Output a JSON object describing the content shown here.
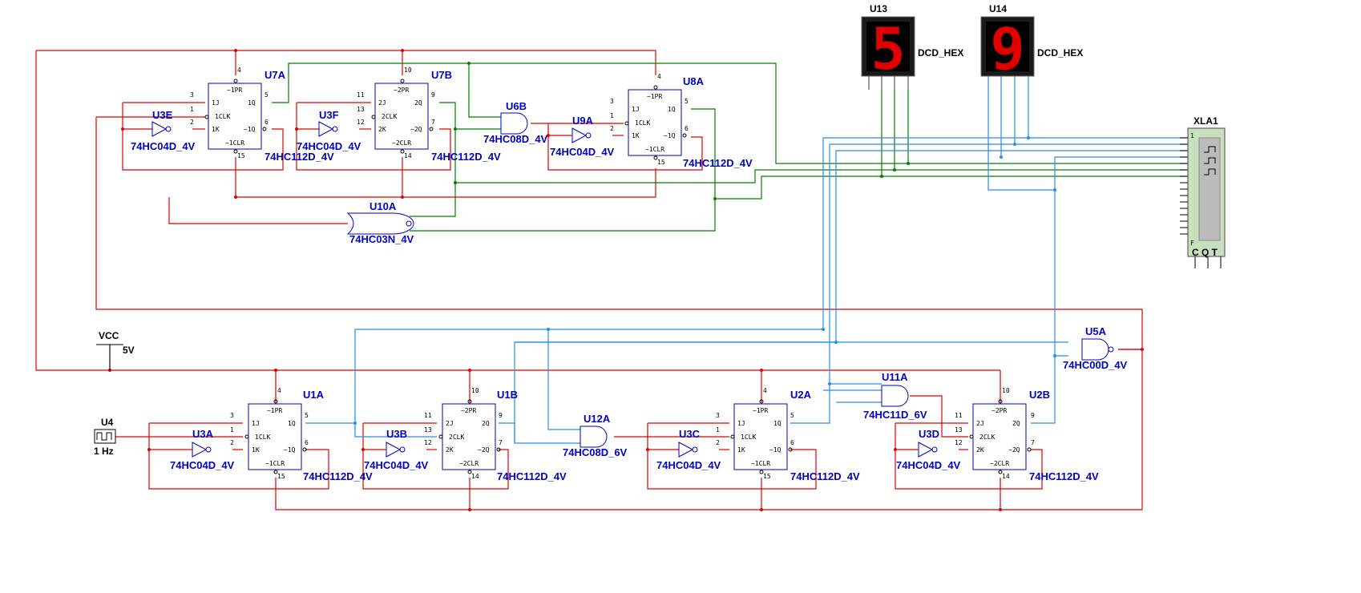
{
  "flipflops": [
    {
      "ref": "U7A",
      "part": "74HC112D_4V",
      "pins": {
        "pr": "~1PR",
        "j": "1J",
        "clk": "1CLK",
        "k": "1K",
        "q": "1Q",
        "qn": "~1Q",
        "clr": "~1CLR"
      },
      "nums": {
        "pr": "4",
        "j": "3",
        "clk": "1",
        "k": "2",
        "q": "5",
        "qn": "6",
        "clr": "15"
      }
    },
    {
      "ref": "U7B",
      "part": "74HC112D_4V",
      "pins": {
        "pr": "~2PR",
        "j": "2J",
        "clk": "2CLK",
        "k": "2K",
        "q": "2Q",
        "qn": "~2Q",
        "clr": "~2CLR"
      },
      "nums": {
        "pr": "10",
        "j": "11",
        "clk": "13",
        "k": "12",
        "q": "9",
        "qn": "7",
        "clr": "14"
      }
    },
    {
      "ref": "U8A",
      "part": "74HC112D_4V",
      "pins": {
        "pr": "~1PR",
        "j": "1J",
        "clk": "1CLK",
        "k": "1K",
        "q": "1Q",
        "qn": "~1Q",
        "clr": "~1CLR"
      },
      "nums": {
        "pr": "4",
        "j": "3",
        "clk": "1",
        "k": "2",
        "q": "5",
        "qn": "6",
        "clr": "15"
      }
    },
    {
      "ref": "U1A",
      "part": "74HC112D_4V",
      "pins": {
        "pr": "~1PR",
        "j": "1J",
        "clk": "1CLK",
        "k": "1K",
        "q": "1Q",
        "qn": "~1Q",
        "clr": "~1CLR"
      },
      "nums": {
        "pr": "4",
        "j": "3",
        "clk": "1",
        "k": "2",
        "q": "5",
        "qn": "6",
        "clr": "15"
      }
    },
    {
      "ref": "U1B",
      "part": "74HC112D_4V",
      "pins": {
        "pr": "~2PR",
        "j": "2J",
        "clk": "2CLK",
        "k": "2K",
        "q": "2Q",
        "qn": "~2Q",
        "clr": "~2CLR"
      },
      "nums": {
        "pr": "10",
        "j": "11",
        "clk": "13",
        "k": "12",
        "q": "9",
        "qn": "7",
        "clr": "14"
      }
    },
    {
      "ref": "U2A",
      "part": "74HC112D_4V",
      "pins": {
        "pr": "~1PR",
        "j": "1J",
        "clk": "1CLK",
        "k": "1K",
        "q": "1Q",
        "qn": "~1Q",
        "clr": "~1CLR"
      },
      "nums": {
        "pr": "4",
        "j": "3",
        "clk": "1",
        "k": "2",
        "q": "5",
        "qn": "6",
        "clr": "15"
      }
    },
    {
      "ref": "U2B",
      "part": "74HC112D_4V",
      "pins": {
        "pr": "~2PR",
        "j": "2J",
        "clk": "2CLK",
        "k": "2K",
        "q": "2Q",
        "qn": "~2Q",
        "clr": "~2CLR"
      },
      "nums": {
        "pr": "10",
        "j": "11",
        "clk": "13",
        "k": "12",
        "q": "9",
        "qn": "7",
        "clr": "14"
      }
    }
  ],
  "inverters": [
    {
      "ref": "U3E",
      "part": "74HC04D_4V"
    },
    {
      "ref": "U3F",
      "part": "74HC04D_4V"
    },
    {
      "ref": "U9A",
      "part": "74HC04D_4V"
    },
    {
      "ref": "U3A",
      "part": "74HC04D_4V"
    },
    {
      "ref": "U3B",
      "part": "74HC04D_4V"
    },
    {
      "ref": "U3C",
      "part": "74HC04D_4V"
    },
    {
      "ref": "U3D",
      "part": "74HC04D_4V"
    }
  ],
  "gates": [
    {
      "ref": "U6B",
      "part": "74HC08D_4V"
    },
    {
      "ref": "U10A",
      "part": "74HC03N_4V"
    },
    {
      "ref": "U12A",
      "part": "74HC08D_6V"
    },
    {
      "ref": "U11A",
      "part": "74HC11D_6V"
    },
    {
      "ref": "U5A",
      "part": "74HC00D_4V"
    }
  ],
  "displays": [
    {
      "ref": "U13",
      "part": "DCD_HEX",
      "digit": "5",
      "segment_color": "#e00000"
    },
    {
      "ref": "U14",
      "part": "DCD_HEX",
      "digit": "9",
      "segment_color": "#e00000"
    }
  ],
  "analyzer": {
    "ref": "XLA1",
    "top_pin": "1",
    "bottom_pin": "F",
    "bottom_labels": "C Q T"
  },
  "power": {
    "name": "VCC",
    "value": "5V"
  },
  "clock": {
    "ref": "U4",
    "freq": "1 Hz"
  },
  "wire_colors": {
    "red": "#e00000",
    "green": "#008000",
    "blue": "#2a8ce8"
  }
}
